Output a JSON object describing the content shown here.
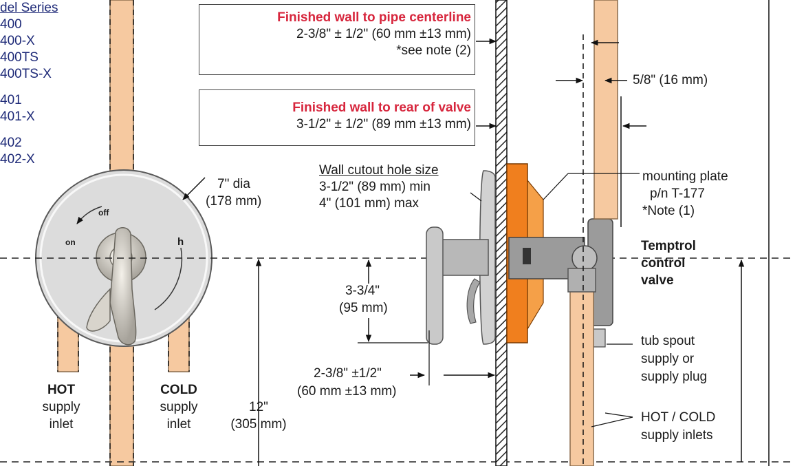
{
  "model_series": {
    "title": "del Series",
    "models": [
      "400",
      "400-X",
      "400TS",
      "400TS-X",
      "401",
      "401-X",
      "402",
      "402-X"
    ]
  },
  "callout_centerline": {
    "title": "Finished wall to pipe centerline",
    "dimension": "2-3/8\" ± 1/2\" (60 mm ±13 mm)",
    "note": "*see note (2)"
  },
  "callout_rear": {
    "title": "Finished wall to rear of valve",
    "dimension": "3-1/2\" ± 1/2\" (89 mm ±13 mm)",
    "warning_icon": "warning-triangle-icon"
  },
  "pipe_offset": "5/8\" (16 mm)",
  "wall_cutout": {
    "title": "Wall cutout hole size",
    "min": "3-1/2\" (89 mm) min",
    "max": "4\" (101 mm) max"
  },
  "trim_diameter": {
    "line1": "7\" dia",
    "line2": "(178 mm)"
  },
  "trim_plate": {
    "off": "off",
    "on": "on",
    "h": "h"
  },
  "mounting_plate": {
    "line1": "mounting plate",
    "line2": "p/n T-177",
    "line3": "*Note (1)"
  },
  "valve_name": {
    "line1": "Temptrol",
    "line2": "control",
    "line3": "valve"
  },
  "handle_height": {
    "line1": "3-3/4\"",
    "line2": "(95 mm)"
  },
  "tub_spout": {
    "line1": "tub spout",
    "line2": "supply or",
    "line3": "supply plug"
  },
  "depth_dim": {
    "line1": "2-3/8\" ±1/2\"",
    "line2": "(60 mm ±13 mm)"
  },
  "hot_inlet": {
    "line1": "HOT",
    "line2": "supply",
    "line3": "inlet"
  },
  "cold_inlet": {
    "line1": "COLD",
    "line2": "supply",
    "line3": "inlet"
  },
  "vertical_dim": {
    "line1": "12\"",
    "line2": "(305 mm)"
  },
  "supply_inlets": {
    "line1": "HOT / COLD",
    "line2": "supply inlets"
  },
  "colors": {
    "copper": "#f6c9a0",
    "orange": "#f07f1e",
    "red": "#d7263d",
    "navy": "#1e2a78",
    "grey": "#d4d4d4"
  }
}
